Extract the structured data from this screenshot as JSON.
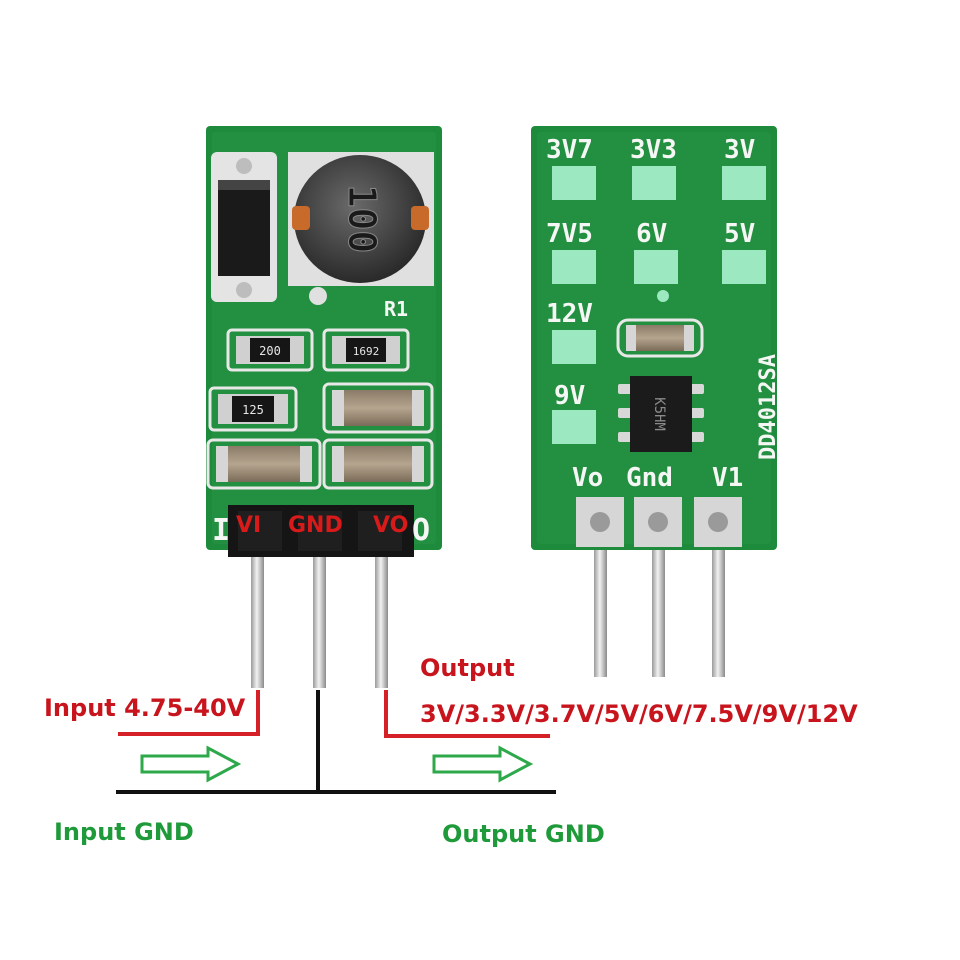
{
  "front_board": {
    "pin_labels": {
      "vin": "VI",
      "gnd": "GND",
      "vout": "VO"
    },
    "silkscreen": {
      "resistor_ref": "R1",
      "inductor_code": "100",
      "res_code_1": "200",
      "res_code_2": "1692",
      "res_code_3": "125",
      "left_edge": "I",
      "right_edge": "O"
    }
  },
  "back_board": {
    "voltage_pads": [
      "3V7",
      "3V3",
      "3V",
      "7V5",
      "6V",
      "5V",
      "12V",
      "9V"
    ],
    "model": "DD4012SA",
    "chip_mark": "K5HM",
    "pin_labels": {
      "vo": "Vo",
      "gnd": "Gnd",
      "vi": "V1"
    }
  },
  "annotations": {
    "input_voltage": "Input 4.75-40V",
    "output_title": "Output",
    "output_voltages": "3V/3.3V/3.7V/5V/6V/7.5V/9V/12V",
    "input_gnd": "Input GND",
    "output_gnd": "Output GND"
  },
  "colors": {
    "pcb": "#1e8a3c",
    "wire_red": "#d42026",
    "wire_black": "#111111",
    "arrow_green": "#2da84a"
  }
}
